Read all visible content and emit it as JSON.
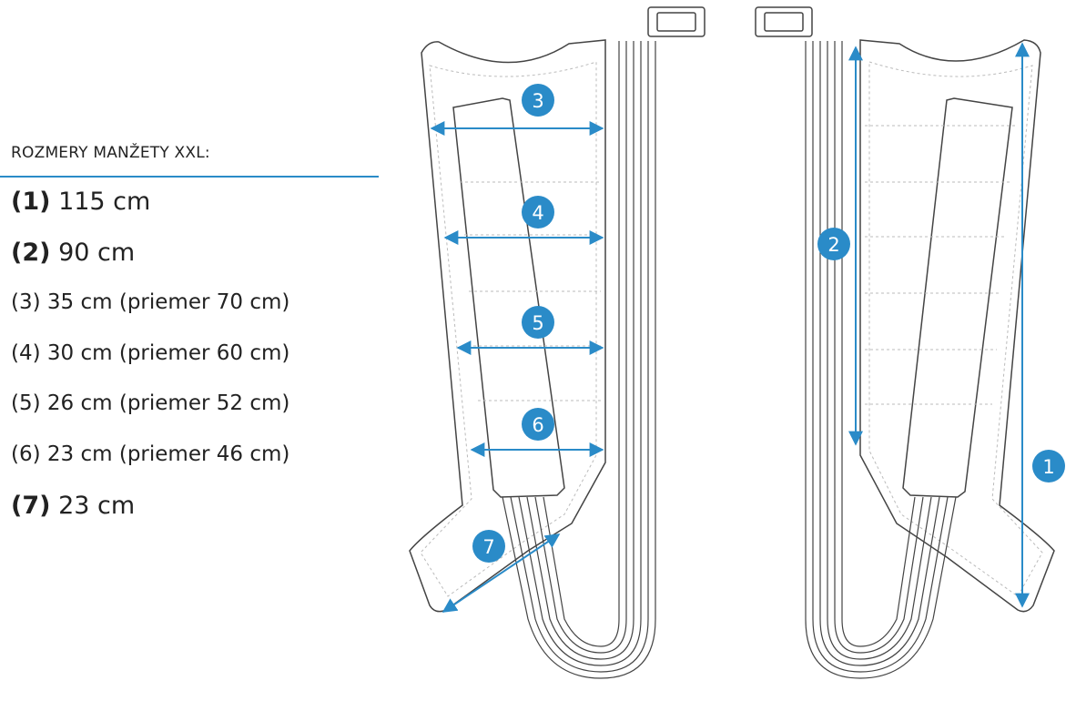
{
  "legend": {
    "title": "ROZMERY MANŽETY XXL:",
    "items": [
      {
        "num": "(1)",
        "value": "115 cm"
      },
      {
        "num": "(2)",
        "value": "90 cm"
      },
      {
        "num": "(3)",
        "value": "35 cm (priemer 70 cm)"
      },
      {
        "num": "(4)",
        "value": "30 cm (priemer 60 cm)"
      },
      {
        "num": "(5)",
        "value": "26 cm (priemer 52 cm)"
      },
      {
        "num": "(6)",
        "value": "23 cm (priemer 46 cm)"
      },
      {
        "num": "(7)",
        "value": "23 cm"
      }
    ]
  },
  "markers": [
    "1",
    "2",
    "3",
    "4",
    "5",
    "6",
    "7"
  ],
  "colors": {
    "accent": "#2a8bc8",
    "outline": "#444444",
    "dashed": "#bbbbbb"
  }
}
